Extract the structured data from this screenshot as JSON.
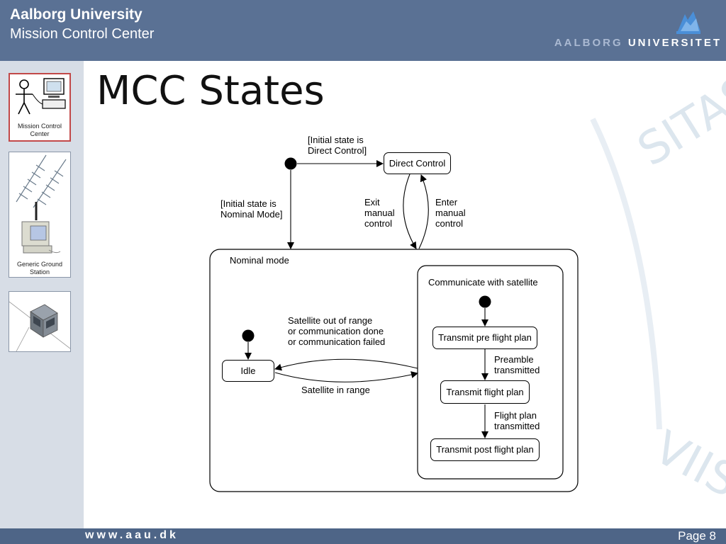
{
  "header": {
    "title": "Aalborg University",
    "subtitle": "Mission Control Center",
    "logo_part1": "AALBORG",
    "logo_part2": "UNIVERSITET"
  },
  "sidebar": {
    "panels": [
      {
        "label_line1": "Mission Control",
        "label_line2": "Center",
        "active": true
      },
      {
        "label_line1": "Generic Ground",
        "label_line2": "Station",
        "active": false
      },
      {
        "label_line1": "",
        "label_line2": "",
        "active": false
      }
    ]
  },
  "slide": {
    "title": "MCC States"
  },
  "diagram": {
    "initial_direct_note": "[Initial state is\nDirect Control]",
    "initial_nominal_note": "[Initial state is\nNominal Mode]",
    "exit_manual": "Exit\nmanual\ncontrol",
    "enter_manual": "Enter\nmanual\ncontrol",
    "direct_control": "Direct Control",
    "nominal_mode": "Nominal mode",
    "communicate": "Communicate with satellite",
    "idle": "Idle",
    "out_of_range": "Satellite out of range\nor communication done\nor communication failed",
    "in_range": "Satellite in range",
    "pre_flight": "Transmit pre flight plan",
    "preamble": "Preamble\ntransmitted",
    "flight_plan": "Transmit flight plan",
    "flight_plan_done": "Flight plan\ntransmitted",
    "post_flight": "Transmit post flight plan"
  },
  "watermark_text": "SITAS",
  "watermark_text2": "VIIS N",
  "footer": {
    "url": "www.aau.dk",
    "page": "Page 8"
  },
  "colors": {
    "header_bg": "#5a7194",
    "footer_bg": "#4e6587",
    "sidebar_bg": "#d7dde6",
    "active_border": "#c24848"
  }
}
